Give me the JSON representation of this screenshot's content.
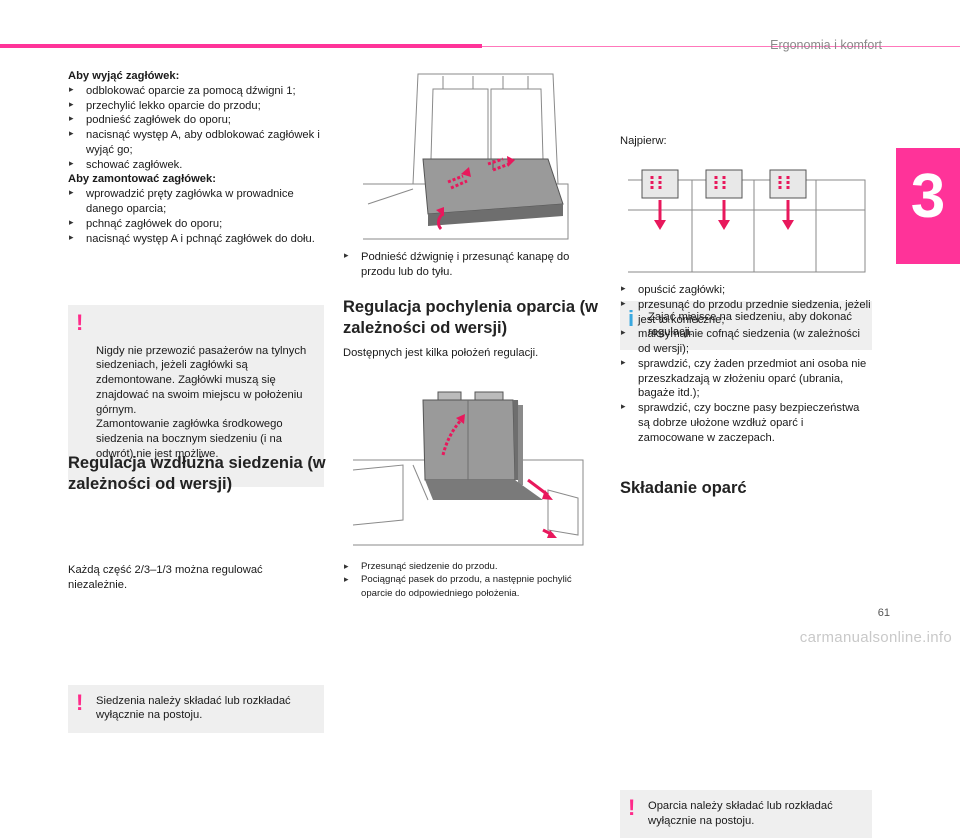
{
  "header": {
    "section_title": "Ergonomia i komfort",
    "chapter_number": "3",
    "page_number": "61",
    "watermark": "carmanualsonline.info"
  },
  "col1": {
    "remove_heading": "Aby wyjąć zagłówek:",
    "remove_steps": [
      "odblokować oparcie za pomocą dźwigni 1;",
      "przechylić lekko oparcie do przodu;",
      "podnieść zagłówek do oporu;",
      "nacisnąć występ A, aby odblokować zagłówek i wyjąć go;",
      "schować zagłówek."
    ],
    "install_heading": "Aby zamontować zagłówek:",
    "install_steps": [
      "wprowadzić pręty zagłówka w prowadnice danego oparcia;",
      "pchnąć zagłówek do oporu;",
      "nacisnąć występ A i pchnąć zagłówek do dołu."
    ],
    "warning_headrest": "Nigdy nie przewozić pasażerów na tylnych siedzeniach, jeżeli zagłówki są zdemontowane. Zagłówki muszą się znajdować na swoim miejscu w położeniu górnym.\nZamontowanie zagłówka środkowego siedzenia na bocznym siedzeniu (i na odwrót) nie jest możliwe.",
    "longitudinal_title": "Regulacja wzdłużna siedzenia (w zależności od wersji)",
    "warning_longitudinal": "Siedzenia należy składać lub rozkładać wyłącznie na postoju.",
    "longitudinal_text": "Każdą część 2/3–1/3 można regulować niezależnie."
  },
  "col2": {
    "lift_step": "Podnieść dźwignię i przesunąć kanapę do przodu lub do tyłu.",
    "recline_title": "Regulacja pochylenia oparcia (w zależności od wersji)",
    "recline_intro": "Dostępnych jest kilka położeń regulacji.",
    "recline_steps": [
      "Przesunąć siedzenie do przodu.",
      "Pociągnąć pasek do przodu, a następnie pochylić oparcie do odpowiedniego położenia."
    ]
  },
  "col3": {
    "info_text": "Zająć miejsce na siedzeniu, aby dokonać regulacji.",
    "first_label": "Najpierw:",
    "prep_steps": [
      "opuścić zagłówki;",
      "przesunąć do przodu przednie siedzenia, jeżeli jest to konieczne;",
      "maksymalnie cofnąć siedzenia (w zależności od wersji);",
      "sprawdzić, czy żaden przedmiot ani osoba nie przeszkadzają w złożeniu oparć (ubrania, bagaże itd.);",
      "sprawdzić, czy boczne pasy bezpieczeństwa są dobrze ułożone wzdłuż oparć i zamocowane w zaczepach."
    ],
    "folding_title": "Składanie oparć",
    "warning_folding": "Oparcia należy składać lub rozkładać wyłącznie na postoju."
  },
  "colors": {
    "accent": "#ff3399",
    "info": "#39a8e0",
    "panel": "#efefef"
  },
  "icons": {
    "warning": "exclamation-icon",
    "info": "info-icon"
  }
}
